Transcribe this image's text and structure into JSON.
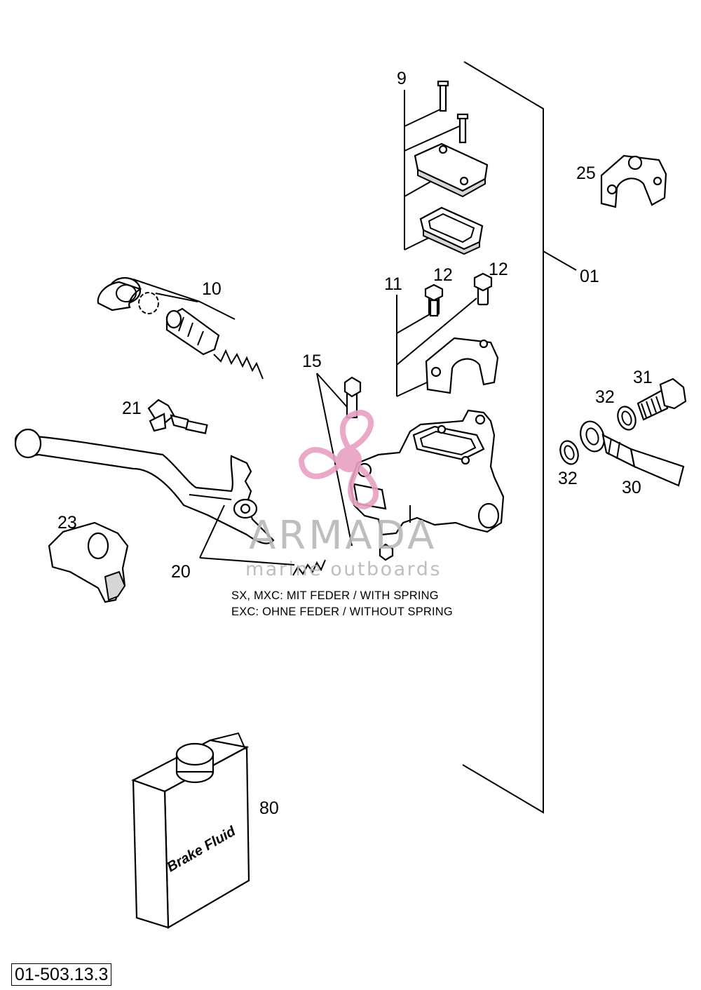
{
  "callouts": {
    "c01": "01",
    "c9": "9",
    "c10": "10",
    "c11": "11",
    "c12a": "12",
    "c12b": "12",
    "c15": "15",
    "c20": "20",
    "c21": "21",
    "c23": "23",
    "c25": "25",
    "c30": "30",
    "c31": "31",
    "c32a": "32",
    "c32b": "32",
    "c80": "80"
  },
  "notes": {
    "line1": "SX, MXC: MIT FEDER / WITH SPRING",
    "line2": "EXC: OHNE FEDER / WITHOUT SPRING"
  },
  "bottle_label": "Brake Fluid",
  "watermark": {
    "brand": "ARMADA",
    "tagline": "marine outboards",
    "color": "#e8a0c0"
  },
  "diagram_code": "01-503.13.3"
}
